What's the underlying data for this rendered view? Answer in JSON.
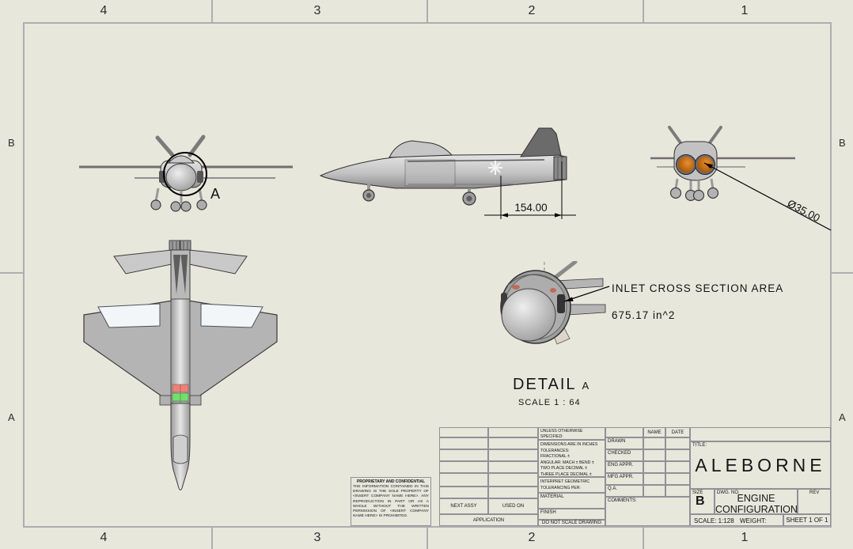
{
  "zones": {
    "columns": [
      "4",
      "3",
      "2",
      "1"
    ],
    "rows": [
      "B",
      "A"
    ]
  },
  "annotations": {
    "detail_circle_label": "A",
    "side_length_dim": "154.00",
    "nozzle_diameter_dim": "Ø35.00",
    "inlet_callout_title": "INLET CROSS SECTION AREA",
    "inlet_callout_value": "675.17 in^2",
    "detail_title": "DETAIL",
    "detail_ref": "A",
    "detail_scale": "SCALE 1 : 64"
  },
  "title_block": {
    "unless": "UNLESS OTHERWISE SPECIFIED:",
    "tolerances": "DIMENSIONS ARE IN INCHES\nTOLERANCES:\nFRACTIONAL ±\nANGULAR: MACH ±   BEND ±\nTWO PLACE DECIMAL    ±\nTHREE PLACE DECIMAL  ±",
    "interpret": "INTERPRET GEOMETRIC\nTOLERANCING PER:",
    "material": "MATERIAL",
    "finish": "FINISH",
    "do_not_scale": "DO NOT SCALE DRAWING",
    "next_assy": "NEXT ASSY",
    "used_on": "USED ON",
    "application": "APPLICATION",
    "name_col": "NAME",
    "date_col": "DATE",
    "rows": [
      "DRAWN",
      "CHECKED",
      "ENG APPR.",
      "MFG APPR.",
      "Q.A.",
      "COMMENTS:"
    ],
    "title_label": "TITLE:",
    "title": "ALEBORNE",
    "size_label": "SIZE",
    "size": "B",
    "dwg_label": "DWG.  NO.",
    "dwg_name": "ENGINE\nCONFIGURATION",
    "rev_label": "REV",
    "scale": "SCALE: 1:128",
    "weight": "WEIGHT:",
    "sheet": "SHEET 1 OF 1"
  },
  "proprietary": {
    "heading": "PROPRIETARY AND CONFIDENTIAL",
    "body": "THE INFORMATION CONTAINED IN THIS DRAWING IS THE SOLE PROPERTY OF <INSERT COMPANY NAME HERE>. ANY REPRODUCTION IN PART OR AS A WHOLE WITHOUT THE WRITTEN PERMISSION OF <INSERT COMPANY NAME HERE> IS PROHIBITED.",
    "next_assy_note": ""
  },
  "colors": {
    "paper": "#e8e7dc",
    "frame_line": "#aeaeb0",
    "table_line": "#8f9196",
    "nozzle_orange": "#c06a10",
    "engine_band_red": "#ef8078",
    "engine_band_green": "#72e06a",
    "tail_gray": "#6b6b6b"
  }
}
